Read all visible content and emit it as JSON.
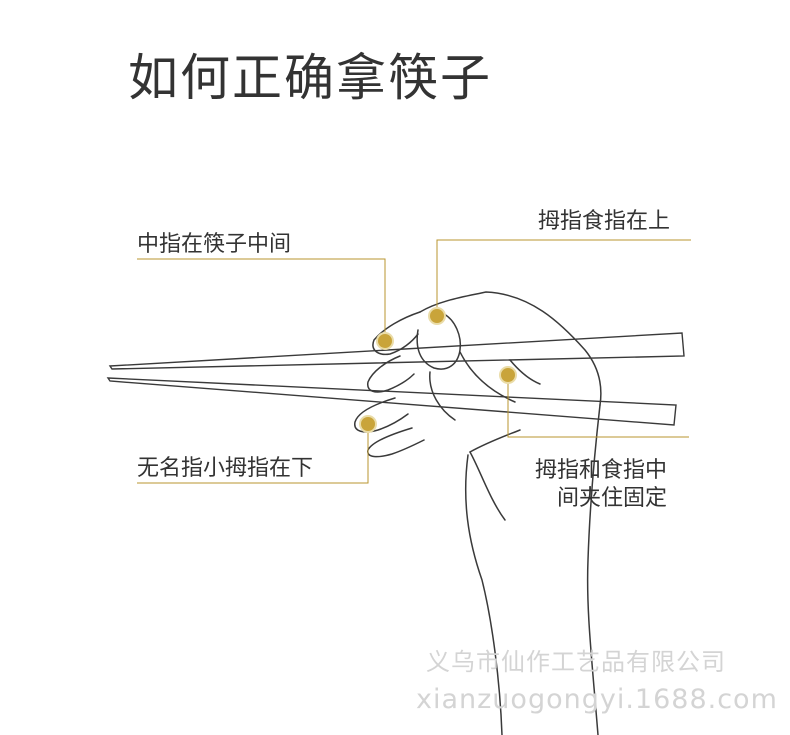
{
  "title": "如何正确拿筷子",
  "labels": {
    "middle_finger": "中指在筷子中间",
    "thumb_index_top": "拇指食指在上",
    "ring_little_bottom": "无名指小拇指在下",
    "thumb_index_clamp_line1": "拇指和食指中",
    "thumb_index_clamp_line2": "间夹住固定"
  },
  "watermark": {
    "company": "义乌市仙作工艺品有限公司",
    "site": "xianzuogongyi.1688.com"
  },
  "colors": {
    "accent_gold": "#c9a43a",
    "leader_line": "#b8952f",
    "text": "#333333",
    "outline": "#3a3a3a",
    "watermark": "#d4d4d4"
  }
}
